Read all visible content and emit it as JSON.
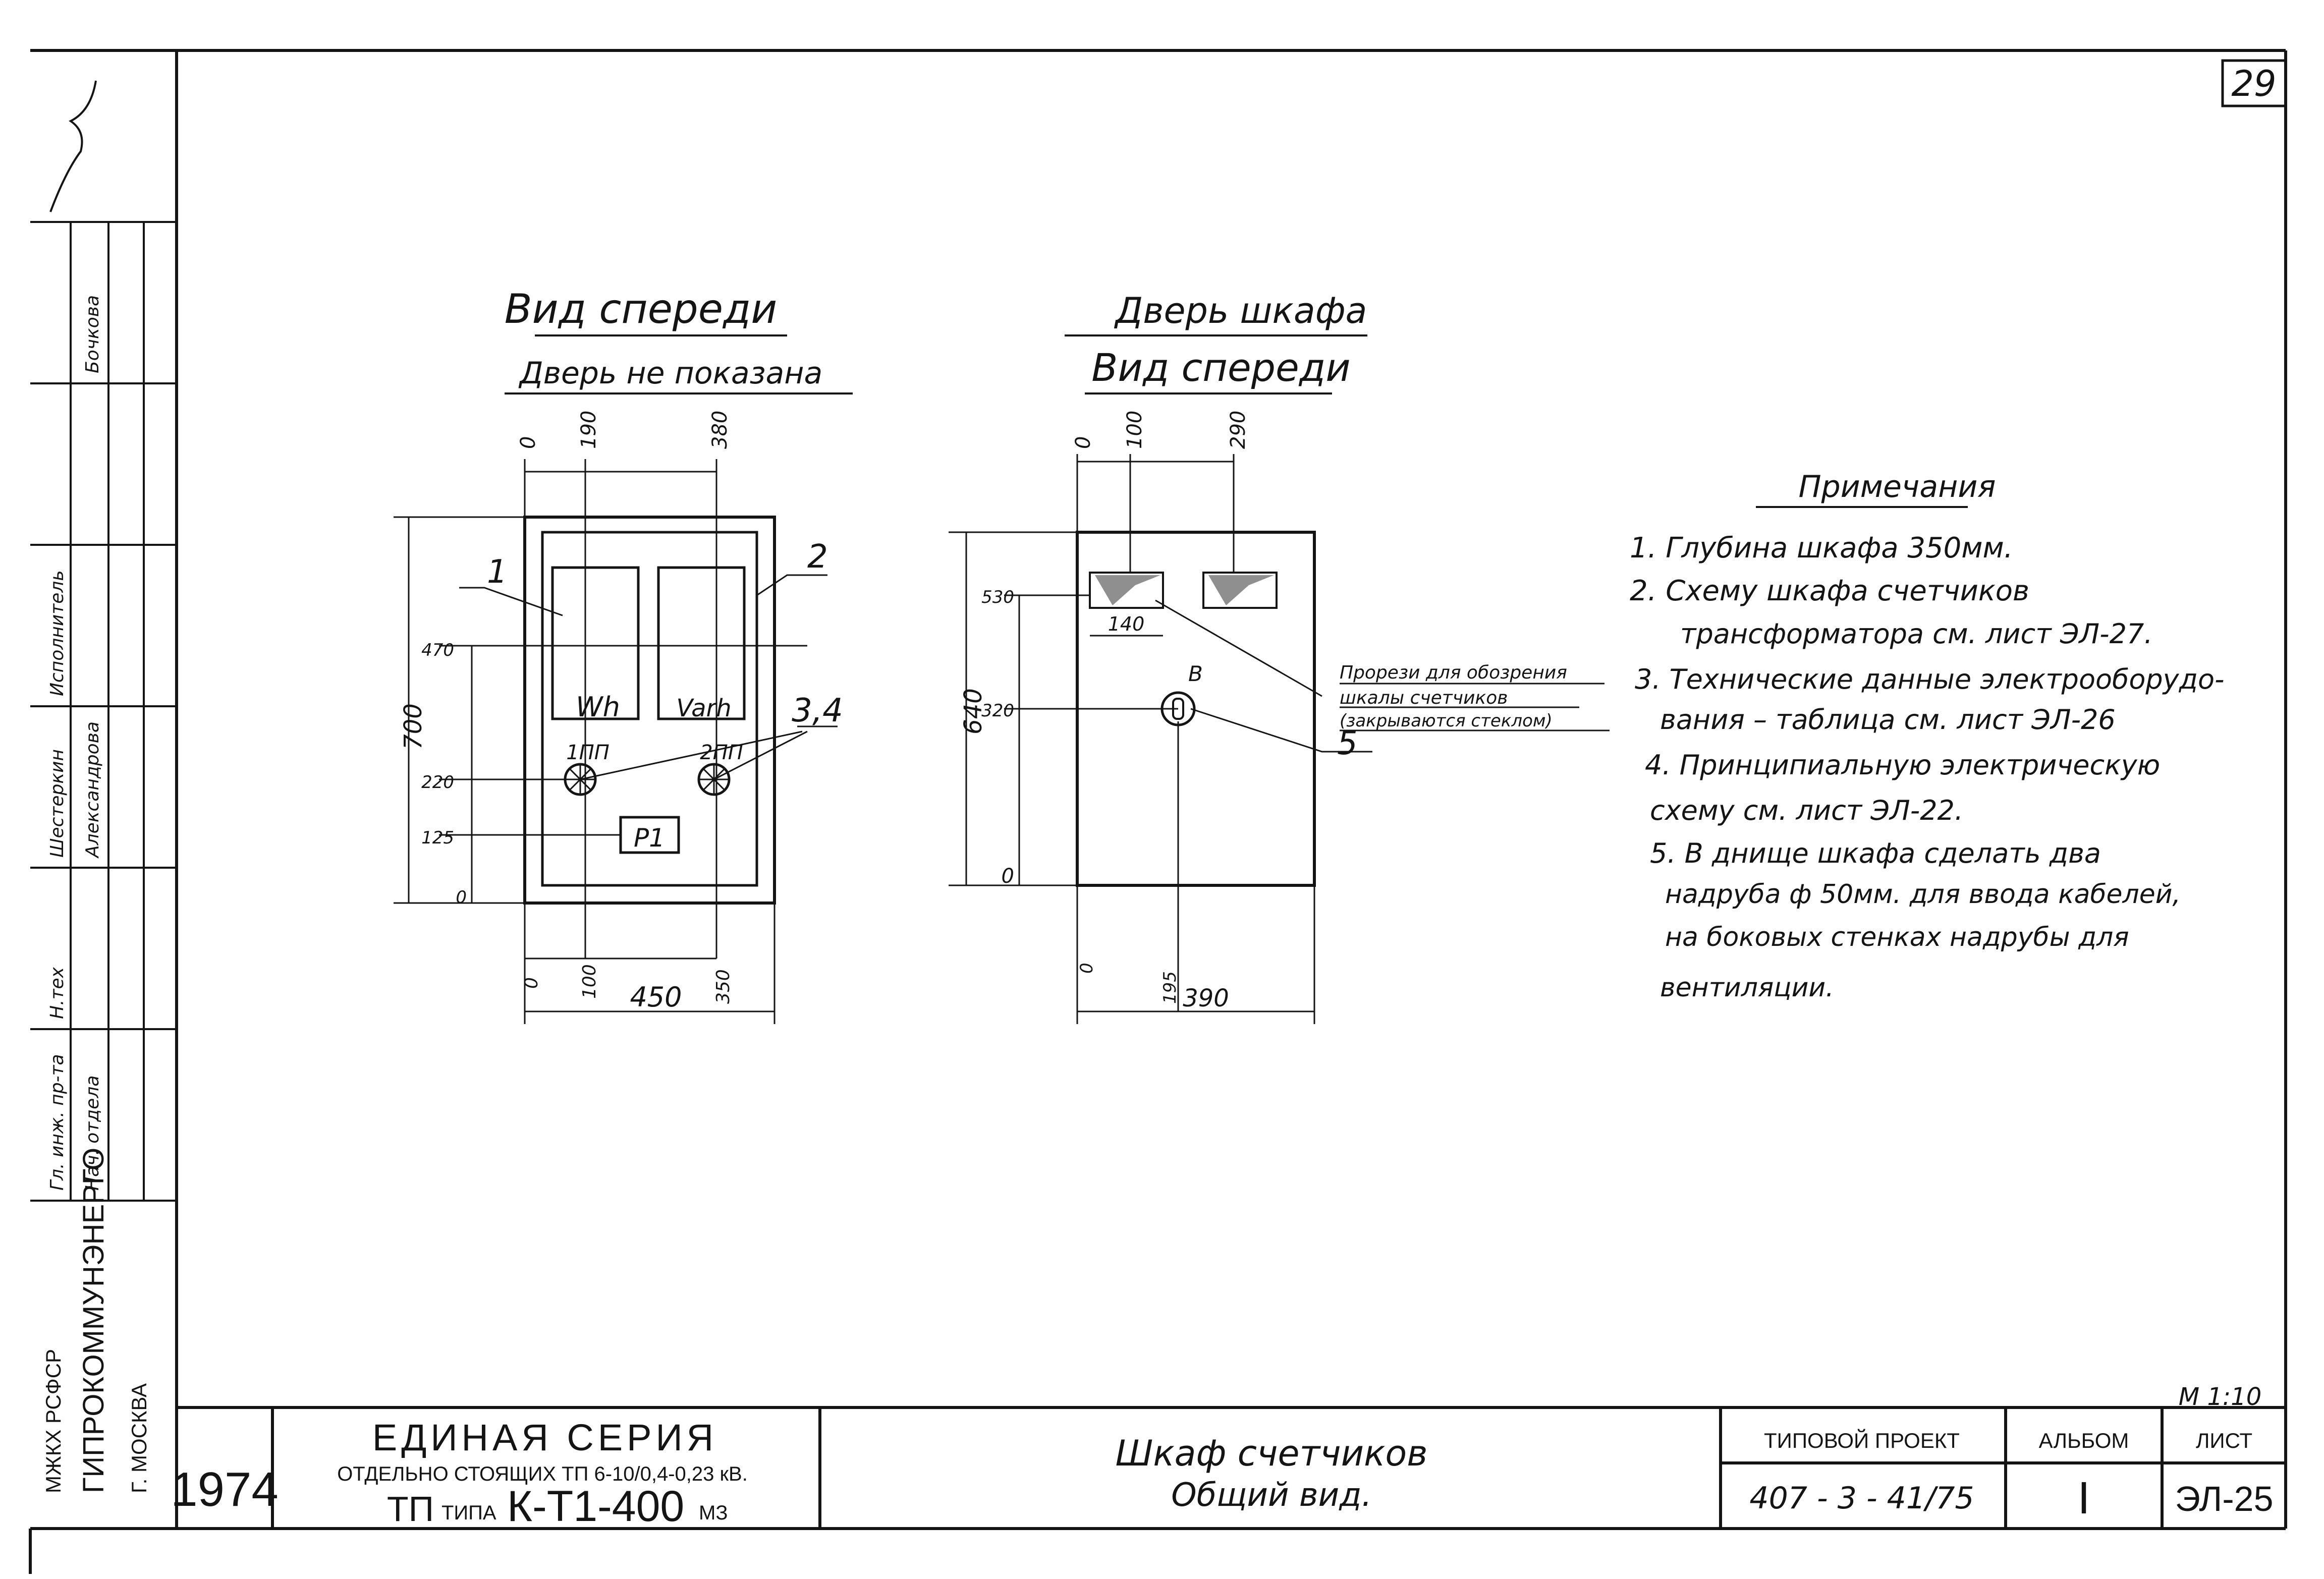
{
  "sheet_no": "29",
  "scale": "М 1:10",
  "views": {
    "front": {
      "title": "Вид спереди",
      "subtitle": "Дверь не показана",
      "dims_top": [
        "0",
        "190",
        "380"
      ],
      "dims_left": [
        "700",
        "470",
        "220",
        "125",
        "0"
      ],
      "dims_bottom": [
        "0",
        "100",
        "450",
        "350"
      ],
      "meter_labels": [
        "Wh",
        "Varh"
      ],
      "switch_labels": [
        "1ПП",
        "2ПП"
      ],
      "relay_label": "P1",
      "callouts": [
        "1",
        "2",
        "3,4"
      ]
    },
    "door": {
      "title": "Дверь шкафа",
      "subtitle": "Вид спереди",
      "dims_top": [
        "0",
        "100",
        "290"
      ],
      "dims_left": [
        "640",
        "530",
        "320",
        "0"
      ],
      "dims_bottom": [
        "0",
        "195",
        "390"
      ],
      "window_dim": "140",
      "lock_label": "В",
      "note": [
        "Прорези для обозрения",
        "шкалы счетчиков",
        "(закрываются стеклом)"
      ],
      "callout": "5"
    }
  },
  "notes": {
    "heading": "Примечания",
    "lines": [
      "1. Глубина шкафа 350мм.",
      "2. Схему шкафа счетчиков",
      "трансформатора см. лист ЭЛ-27.",
      "3. Технические данные электрооборудо-",
      "вания – таблица см. лист ЭЛ-26",
      "4. Принципиальную электрическую",
      "схему см. лист ЭЛ-22.",
      "5. В днище шкафа сделать два",
      "надруба ф 50мм. для ввода кабелей,",
      "на боковых стенках надрубы для",
      "вентиляции."
    ]
  },
  "side_stamp": {
    "org": [
      "МЖКХ РСФСР",
      "ГИПРОКОММУНЭНЕРГО",
      "Г. МОСКВА"
    ],
    "roles": [
      "Гл. инж. пр-та",
      "Нач. отдела",
      "Н.тех",
      "Шестеркин",
      "Александрова",
      "Исполнитель",
      "Бочкова"
    ]
  },
  "title_block": {
    "year": "1974",
    "series": "ЕДИНАЯ СЕРИЯ",
    "series_sub": "ОТДЕЛЬНО СТОЯЩИХ ТП 6-10/0,4-0,23 кВ.",
    "tp_prefix": "ТП",
    "tp_mid": "ТИПА",
    "tp_type": "К-Т1-400",
    "tp_suffix": "МЗ",
    "drawing_title": "Шкаф счетчиков",
    "drawing_subtitle": "Общий вид.",
    "project_label": "ТИПОВОЙ ПРОЕКТ",
    "project_no": "407 - 3 - 41/75",
    "album_label": "АЛЬБОМ",
    "album_no": "I",
    "sheet_label": "ЛИСТ",
    "sheet_code": "ЭЛ-25"
  }
}
